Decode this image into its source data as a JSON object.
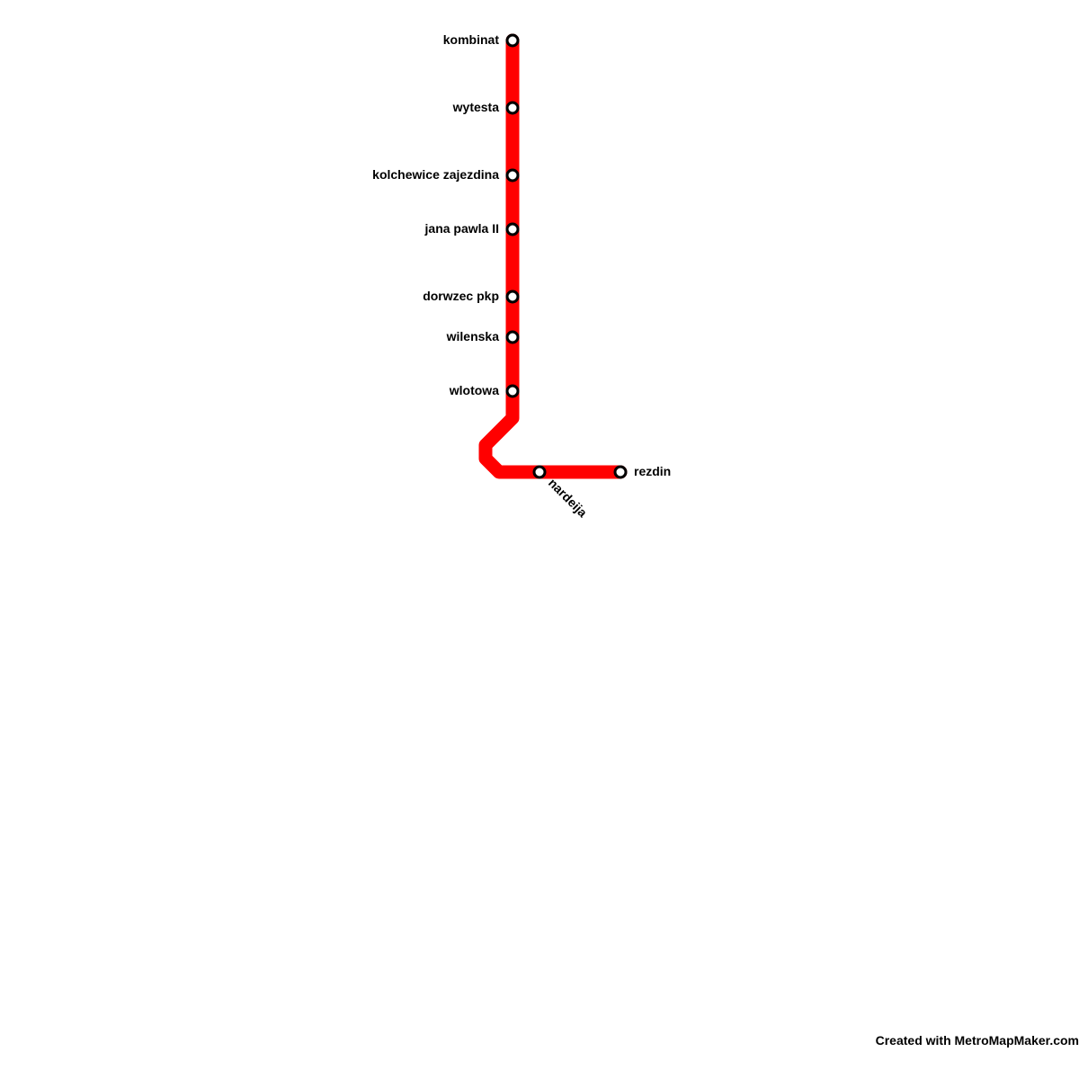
{
  "map": {
    "line_color": "#ff0000",
    "station_fill": "#ffffff",
    "station_stroke": "#000000",
    "background": "#ffffff"
  },
  "stations": [
    {
      "id": "kombinat",
      "name": "kombinat"
    },
    {
      "id": "wytesta",
      "name": "wytesta"
    },
    {
      "id": "kolchewice-zajezdina",
      "name": "kolchewice zajezdina"
    },
    {
      "id": "jana-pawla-ii",
      "name": "jana pawla II"
    },
    {
      "id": "dorwzec-pkp",
      "name": "dorwzec pkp"
    },
    {
      "id": "wilenska",
      "name": "wilenska"
    },
    {
      "id": "wlotowa",
      "name": "wlotowa"
    },
    {
      "id": "nardeija",
      "name": "nardeija"
    },
    {
      "id": "rezdin",
      "name": "rezdin"
    }
  ],
  "footer": {
    "credit": "Created with MetroMapMaker.com"
  }
}
